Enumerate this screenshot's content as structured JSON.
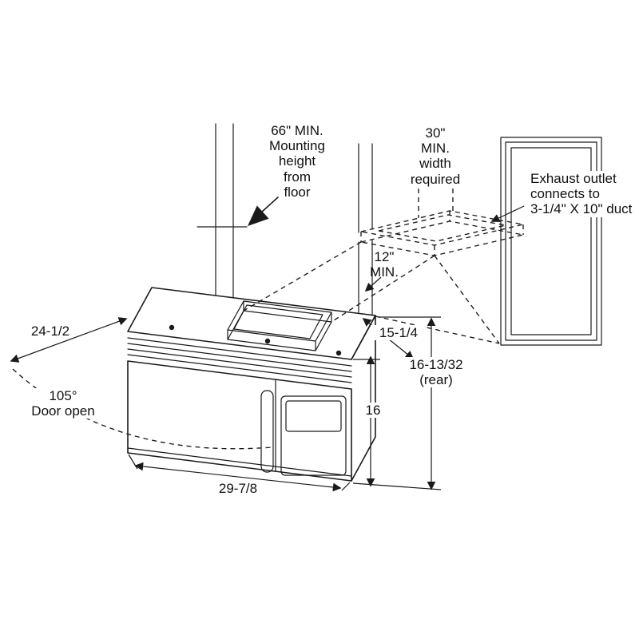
{
  "diagram": {
    "labels": {
      "mounting_height": "66\" MIN.\nMounting\nheight\nfrom\nfloor",
      "niche_width": "30\"\nMIN.\nwidth\nrequired",
      "exhaust_outlet": "Exhaust outlet\nconnects to\n3-1/4\" X 10\" duct",
      "depth_min": "12\"\nMIN.",
      "overall_depth": "24-1/2",
      "door_swing": "105°\nDoor open",
      "top_depth": "15-1/4",
      "rear_height": "16-13/32\n(rear)",
      "front_height": "16",
      "width": "29-7/8"
    },
    "colors": {
      "line": "#1a1a1a",
      "background": "#ffffff"
    }
  }
}
